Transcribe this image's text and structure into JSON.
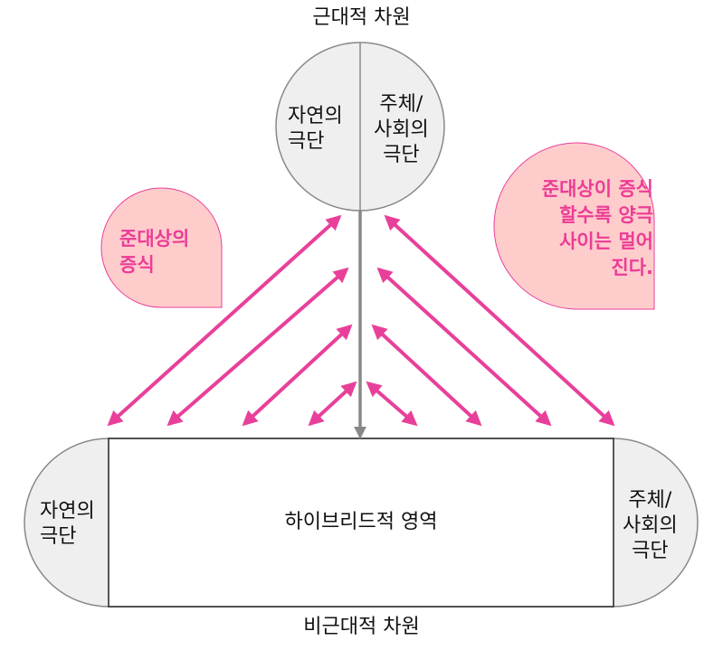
{
  "top": {
    "title": "근대적 차원",
    "left_pole": "자연의\n극단",
    "right_pole": "주체/\n사회의\n극단"
  },
  "bottom": {
    "title": "비근대적 차원",
    "left_pole": "자연의\n극단",
    "center": "하이브리드적 영역",
    "right_pole": "주체/\n사회의\n극단"
  },
  "callouts": {
    "left": "준대상의\n증식",
    "right": "준대상이 증식\n할수록 양극\n사이는 멀어\n진다."
  },
  "colors": {
    "arrow": "#e8409a",
    "callout_fill": "#ffcccc",
    "callout_stroke": "#e8409a",
    "shape_fill": "#efefef",
    "outline": "#888888",
    "center_arrow": "#888888"
  }
}
